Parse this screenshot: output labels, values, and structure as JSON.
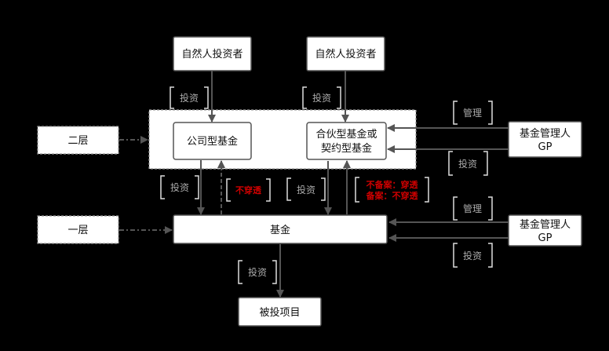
{
  "nodes": {
    "investor_left": "自然人投资者",
    "investor_right": "自然人投资者",
    "company_fund": "公司型基金",
    "partnership_fund_line1": "合伙型基金或",
    "partnership_fund_line2": "契约型基金",
    "manager_top_line1": "基金管理人",
    "manager_top_line2": "GP",
    "manager_bottom_line1": "基金管理人",
    "manager_bottom_line2": "GP",
    "fund": "基金",
    "project": "被投项目",
    "layer_two": "二层",
    "layer_one": "一层"
  },
  "labels": {
    "invest_top_left": "投资",
    "invest_top_right": "投资",
    "manage_top": "管理",
    "invest_gp_top": "投资",
    "invest_mid_left": "投资",
    "not_penetrate": "不穿透",
    "invest_mid_right": "投资",
    "unfiled_line": "不备案：穿透",
    "filed_line": "备案：不穿透",
    "manage_bottom": "管理",
    "invest_gp_bottom": "投资",
    "invest_bottom": "投资"
  },
  "colors": {
    "background": "#000000",
    "box_fill": "#ffffff",
    "arrow": "#555555",
    "label_text": "#aaaaaa",
    "highlight": "#d00000"
  }
}
